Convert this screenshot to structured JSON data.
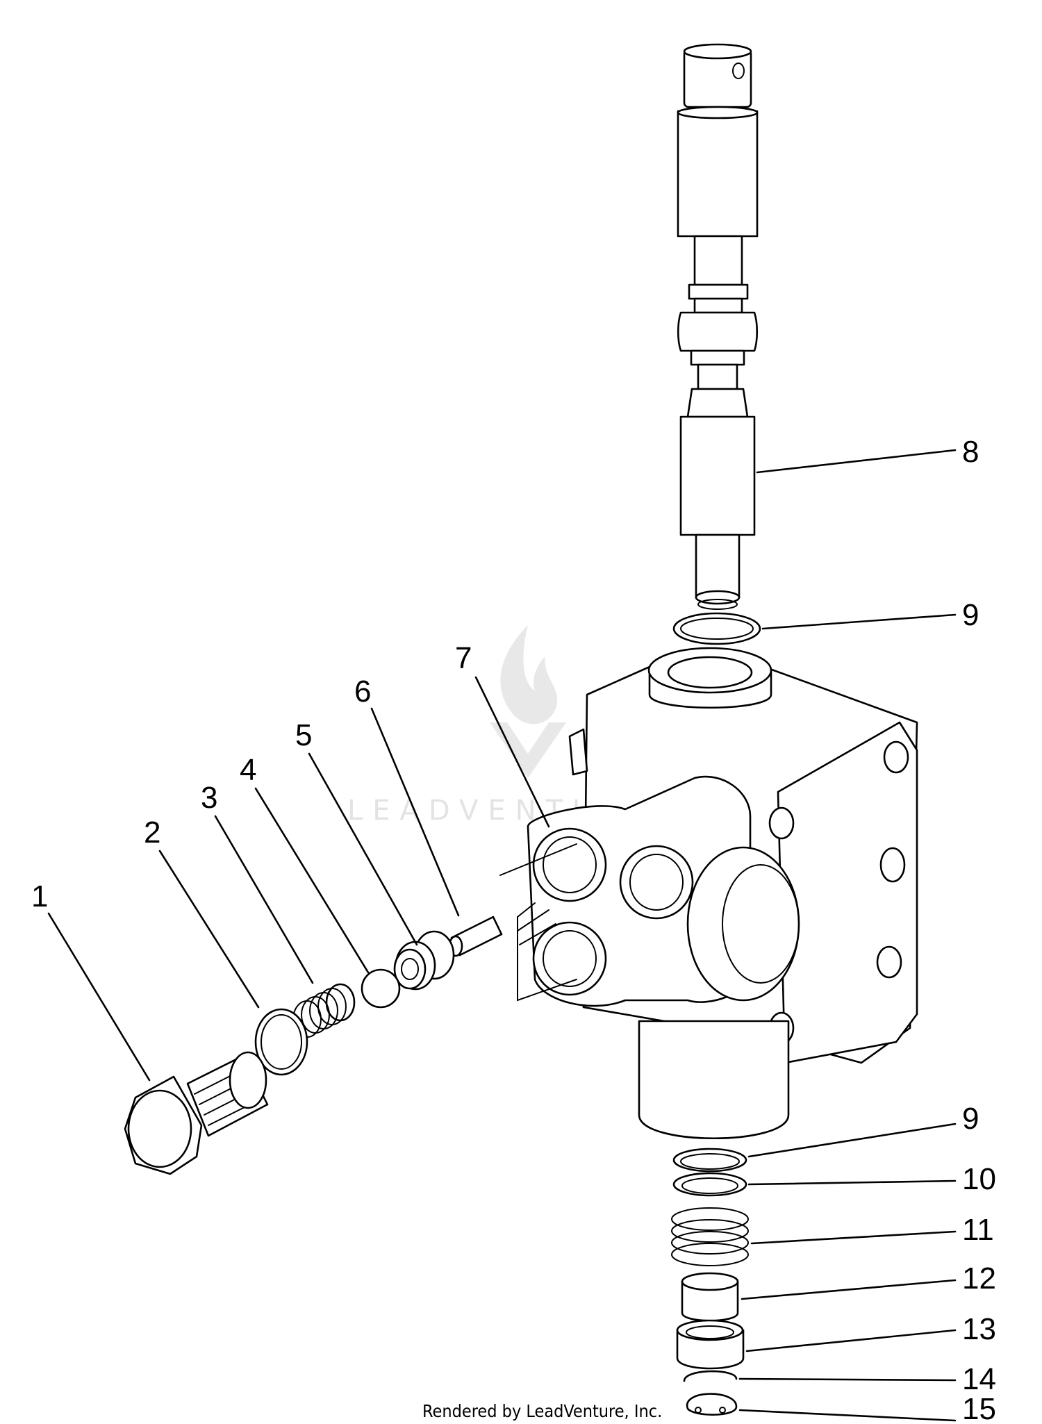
{
  "watermark": {
    "text": "LEADVENTURE"
  },
  "credit": "Rendered by LeadVenture, Inc.",
  "callouts": [
    "1",
    "2",
    "3",
    "4",
    "5",
    "6",
    "7",
    "8",
    "9",
    "9",
    "10",
    "11",
    "12",
    "13",
    "14",
    "15"
  ]
}
